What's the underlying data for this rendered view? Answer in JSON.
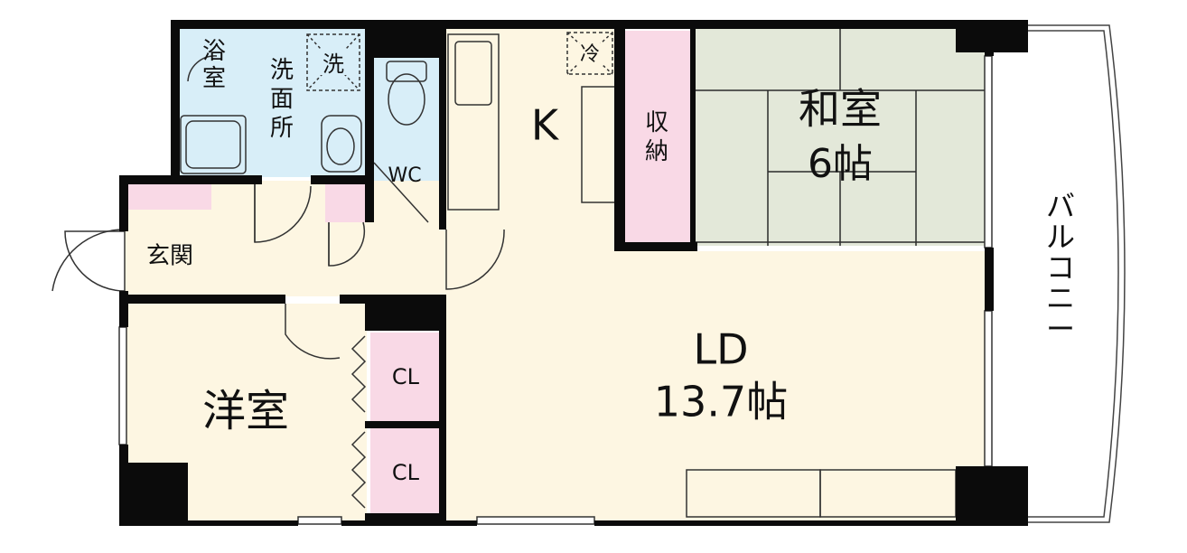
{
  "rooms": {
    "bath": "浴\n室",
    "washroom": "洗\n面\n所",
    "wash_mark": "洗",
    "fridge_mark": "冷",
    "wc": "WC",
    "kitchen": "K",
    "storage": "収\n納",
    "washitsu": "和室",
    "washitsu_size": "6帖",
    "balcony": "バ\nル\nコ\nニ\nー",
    "genkan": "玄関",
    "ld": "LD",
    "ld_size": "13.7帖",
    "youshitsu": "洋室",
    "cl1": "CL",
    "cl2": "CL"
  },
  "colors": {
    "wall": "#0b0b0b",
    "blue": "#d8eef8",
    "cream": "#fdf6e2",
    "pink": "#f9d9e6",
    "tatami": "#e3e8d9",
    "line": "#2a2a2a"
  }
}
